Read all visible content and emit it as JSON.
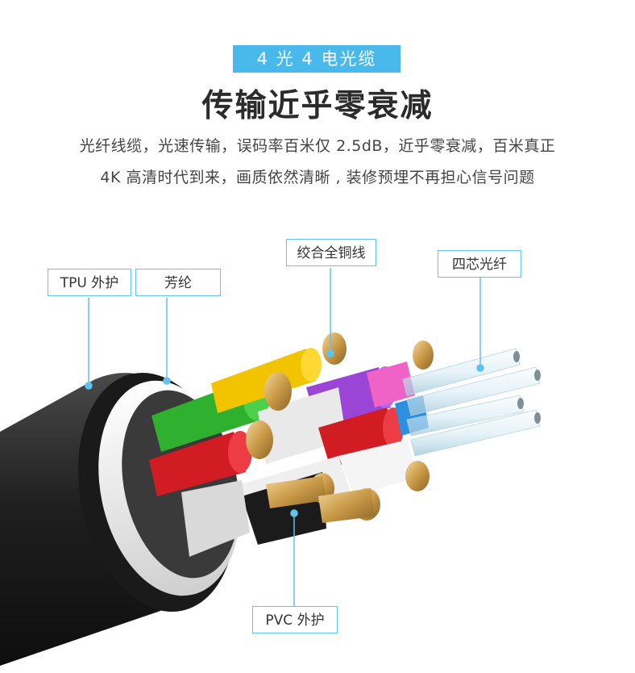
{
  "badge": "4 光 4 电光缆",
  "headline": "传输近乎零衰减",
  "description": {
    "line1": "光纤线缆，光速传输，误码率百米仅 2.5dB，近乎零衰减，百米真正",
    "line2": "4K 高清时代到来，画质依然清晰 , 装修预埋不再担心信号问题"
  },
  "labels": {
    "tpu": "TPU 外护",
    "aramid": "芳纶",
    "copper": "绞合全铜线",
    "fiber": "四芯光纤",
    "pvc": "PVC 外护"
  },
  "colors": {
    "accent": "#49b9ec",
    "callout_border": "#5ec3ee",
    "jacket": "#2a2a2a",
    "copper": "#c9a25a",
    "wire_yellow": "#f2c400",
    "wire_green": "#2fb02f",
    "wire_purple": "#9a45d6",
    "wire_red": "#d11c24",
    "wire_blue": "#2d8fe0"
  }
}
